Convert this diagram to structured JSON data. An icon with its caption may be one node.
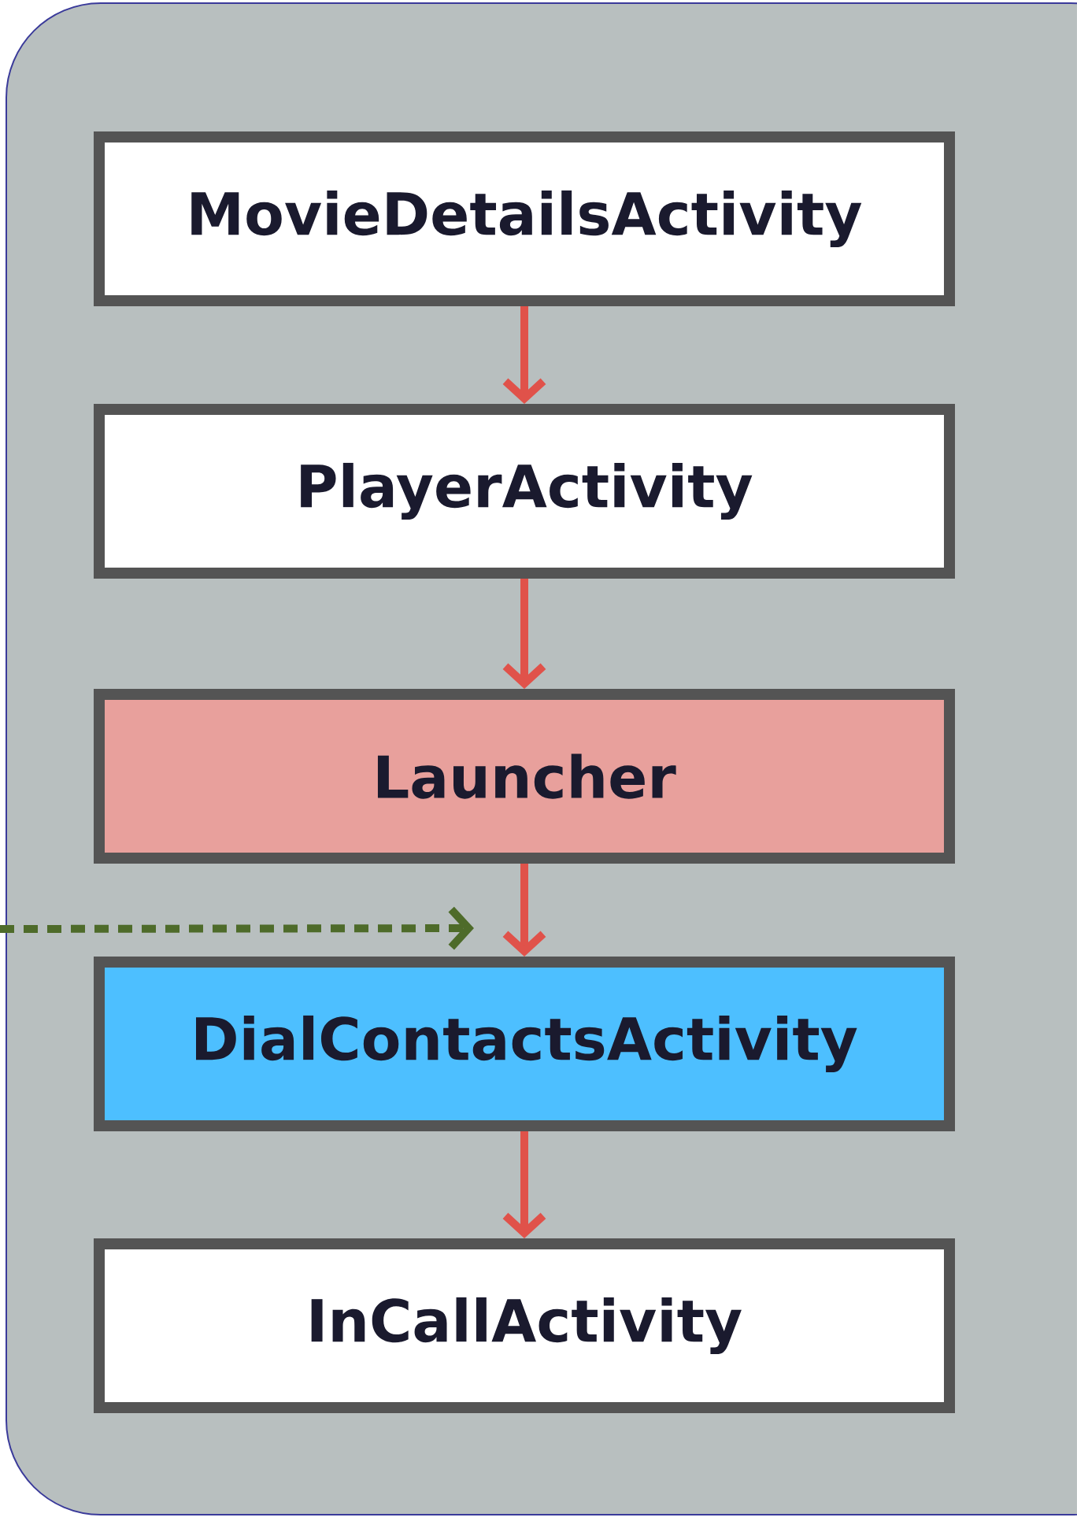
{
  "diagram": {
    "nodes": [
      {
        "text": [
          "MovieDetailsActivity"
        ]
      },
      {
        "text": [
          "PlayerActivity"
        ]
      },
      {
        "text": [
          "Launcher"
        ]
      },
      {
        "text": [
          "DialContactsActivity"
        ]
      },
      {
        "text": [
          "InCallActivity"
        ]
      }
    ],
    "edges": [
      {
        "from": 0,
        "to": 1,
        "arrow": "to"
      },
      {
        "from": 1,
        "to": 2,
        "arrow": "to"
      },
      {
        "from": 2,
        "to": 3,
        "arrow": "to"
      },
      {
        "from": 3,
        "to": 4,
        "arrow": "to"
      },
      {
        "from": null,
        "to": 3,
        "arrow": "to",
        "style": "dashed",
        "color": "#4e6b2a"
      }
    ]
  }
}
